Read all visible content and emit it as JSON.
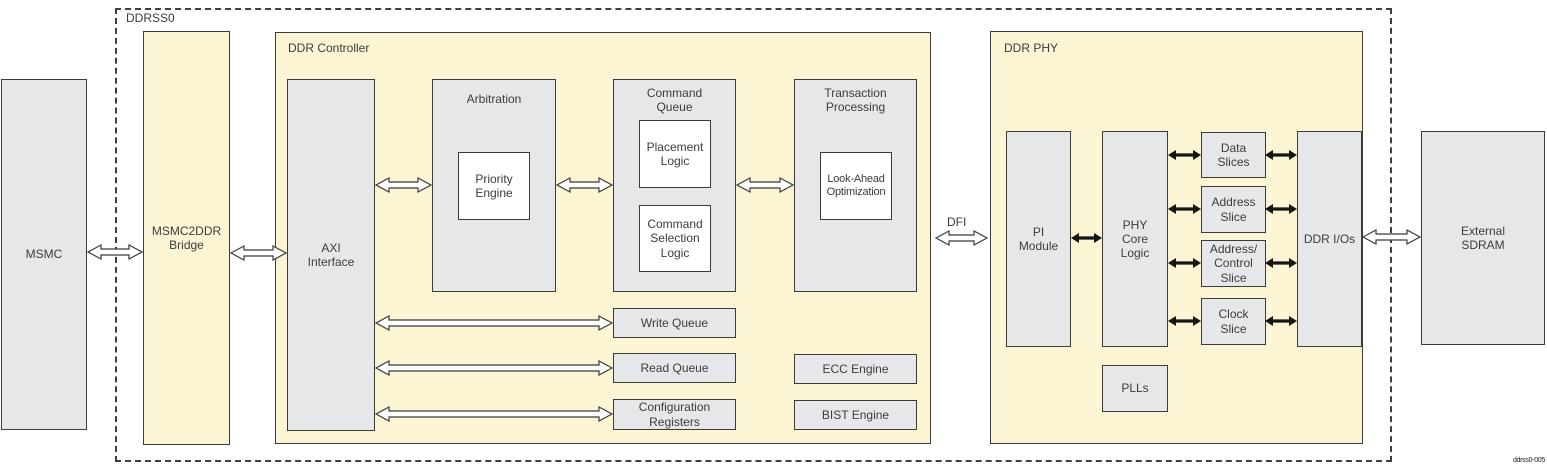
{
  "diagram": {
    "subsystem_label": "DDRSS0",
    "figure_tag": "ddrss0-005",
    "colors": {
      "panel_fill": "#FBF5D3",
      "block_fill": "#E6E7E9",
      "inner_fill": "#FFFFFF",
      "line": "#3B3B3B"
    }
  },
  "blocks": {
    "msmc": "MSMC",
    "bridge": "MSMC2DDR\nBridge",
    "external_sdram": "External\nSDRAM"
  },
  "controller": {
    "title": "DDR Controller",
    "axi_interface": "AXI\nInterface",
    "arbitration": "Arbitration",
    "priority_engine": "Priority\nEngine",
    "command_queue": "Command\nQueue",
    "placement_logic": "Placement\nLogic",
    "command_selection_logic": "Command\nSelection\nLogic",
    "transaction_processing": "Transaction\nProcessing",
    "look_ahead_optimization": "Look-Ahead\nOptimization",
    "write_queue": "Write Queue",
    "read_queue": "Read Queue",
    "configuration_registers": "Configuration\nRegisters",
    "ecc_engine": "ECC Engine",
    "bist_engine": "BIST Engine"
  },
  "phy": {
    "title": "DDR PHY",
    "pi_module": "PI\nModule",
    "phy_core_logic": "PHY\nCore\nLogic",
    "data_slices": "Data\nSlices",
    "address_slice": "Address\nSlice",
    "address_control_slice": "Address/\nControl\nSlice",
    "clock_slice": "Clock\nSlice",
    "ddr_ios": "DDR I/Os",
    "plls": "PLLs"
  },
  "labels": {
    "dfi": "DFI"
  },
  "connections": [
    {
      "from": "MSMC",
      "to": "MSMC2DDR Bridge",
      "style": "open-double-arrow"
    },
    {
      "from": "MSMC2DDR Bridge",
      "to": "AXI Interface",
      "style": "open-double-arrow"
    },
    {
      "from": "AXI Interface",
      "to": "Arbitration",
      "style": "open-double-arrow"
    },
    {
      "from": "Arbitration",
      "to": "Command Queue",
      "style": "open-double-arrow"
    },
    {
      "from": "Command Queue",
      "to": "Transaction Processing",
      "style": "open-double-arrow"
    },
    {
      "from": "AXI Interface",
      "to": "Write Queue",
      "style": "open-double-arrow"
    },
    {
      "from": "AXI Interface",
      "to": "Read Queue",
      "style": "open-double-arrow"
    },
    {
      "from": "AXI Interface",
      "to": "Configuration Registers",
      "style": "open-double-arrow"
    },
    {
      "from": "DDR Controller",
      "to": "DDR PHY",
      "style": "open-double-arrow",
      "label": "DFI"
    },
    {
      "from": "PI Module",
      "to": "PHY Core Logic",
      "style": "solid-double-arrow"
    },
    {
      "from": "PHY Core Logic",
      "to": "Data Slices",
      "style": "solid-double-arrow"
    },
    {
      "from": "PHY Core Logic",
      "to": "Address Slice",
      "style": "solid-double-arrow"
    },
    {
      "from": "PHY Core Logic",
      "to": "Address/Control Slice",
      "style": "solid-double-arrow"
    },
    {
      "from": "PHY Core Logic",
      "to": "Clock Slice",
      "style": "solid-double-arrow"
    },
    {
      "from": "Data Slices",
      "to": "DDR I/Os",
      "style": "solid-double-arrow"
    },
    {
      "from": "Address Slice",
      "to": "DDR I/Os",
      "style": "solid-double-arrow"
    },
    {
      "from": "Address/Control Slice",
      "to": "DDR I/Os",
      "style": "solid-double-arrow"
    },
    {
      "from": "Clock Slice",
      "to": "DDR I/Os",
      "style": "solid-double-arrow"
    },
    {
      "from": "DDR I/Os",
      "to": "External SDRAM",
      "style": "open-double-arrow"
    }
  ]
}
